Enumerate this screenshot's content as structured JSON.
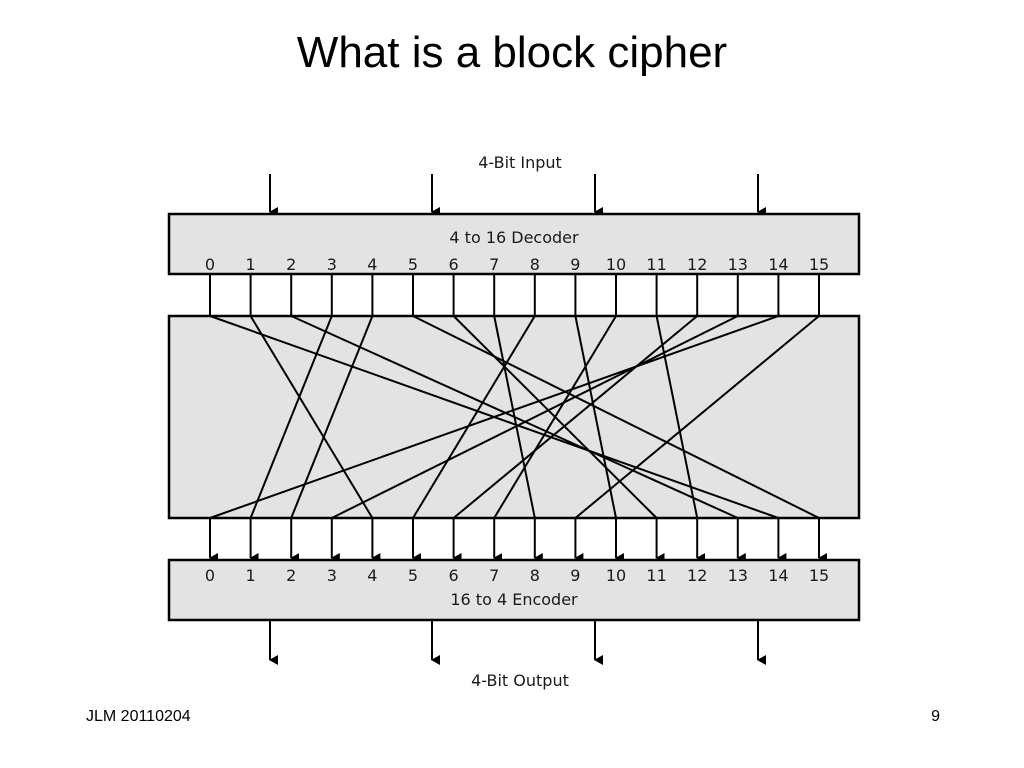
{
  "slide": {
    "title": "What is a block cipher",
    "footer_left": "JLM 20110204",
    "page_number": "9"
  },
  "diagram": {
    "input_label": "4-Bit Input",
    "output_label": "4-Bit Output",
    "decoder_label": "4 to 16 Decoder",
    "encoder_label": "16 to 4 Encoder",
    "line_numbers": [
      "0",
      "1",
      "2",
      "3",
      "4",
      "5",
      "6",
      "7",
      "8",
      "9",
      "10",
      "11",
      "12",
      "13",
      "14",
      "15"
    ],
    "input_bits": 4,
    "output_bits": 4,
    "permutation": [
      {
        "from": 0,
        "to": 14
      },
      {
        "from": 1,
        "to": 4
      },
      {
        "from": 2,
        "to": 13
      },
      {
        "from": 3,
        "to": 1
      },
      {
        "from": 4,
        "to": 2
      },
      {
        "from": 5,
        "to": 15
      },
      {
        "from": 6,
        "to": 11
      },
      {
        "from": 7,
        "to": 8
      },
      {
        "from": 8,
        "to": 5
      },
      {
        "from": 9,
        "to": 10
      },
      {
        "from": 10,
        "to": 7
      },
      {
        "from": 11,
        "to": 12
      },
      {
        "from": 12,
        "to": 6
      },
      {
        "from": 13,
        "to": 3
      },
      {
        "from": 14,
        "to": 0
      },
      {
        "from": 15,
        "to": 9
      }
    ],
    "colors": {
      "box_fill": "#e3e3e3",
      "stroke": "#000000"
    }
  }
}
